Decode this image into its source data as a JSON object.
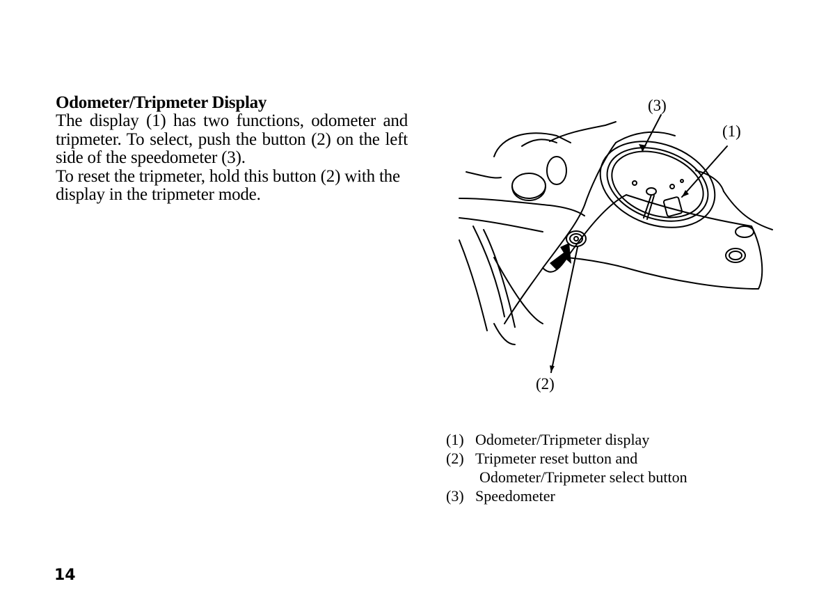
{
  "section": {
    "heading": "Odometer/Tripmeter Display",
    "paragraph1": "The display (1) has two functions, odometer and tripmeter. To select, push the button (2) on the left side of the speedometer (3).",
    "paragraph2": "To reset the tripmeter, hold this button (2) with the display in the tripmeter mode."
  },
  "figure": {
    "callout_1": "(1)",
    "callout_2": "(2)",
    "callout_3": "(3)"
  },
  "legend": {
    "item1": {
      "num": "(1)",
      "text": "Odometer/Tripmeter display"
    },
    "item2": {
      "num": "(2)",
      "text": "Tripmeter reset button and",
      "text_cont": "Odometer/Tripmeter select button"
    },
    "item3": {
      "num": "(3)",
      "text": "Speedometer"
    }
  },
  "page_number": "14"
}
